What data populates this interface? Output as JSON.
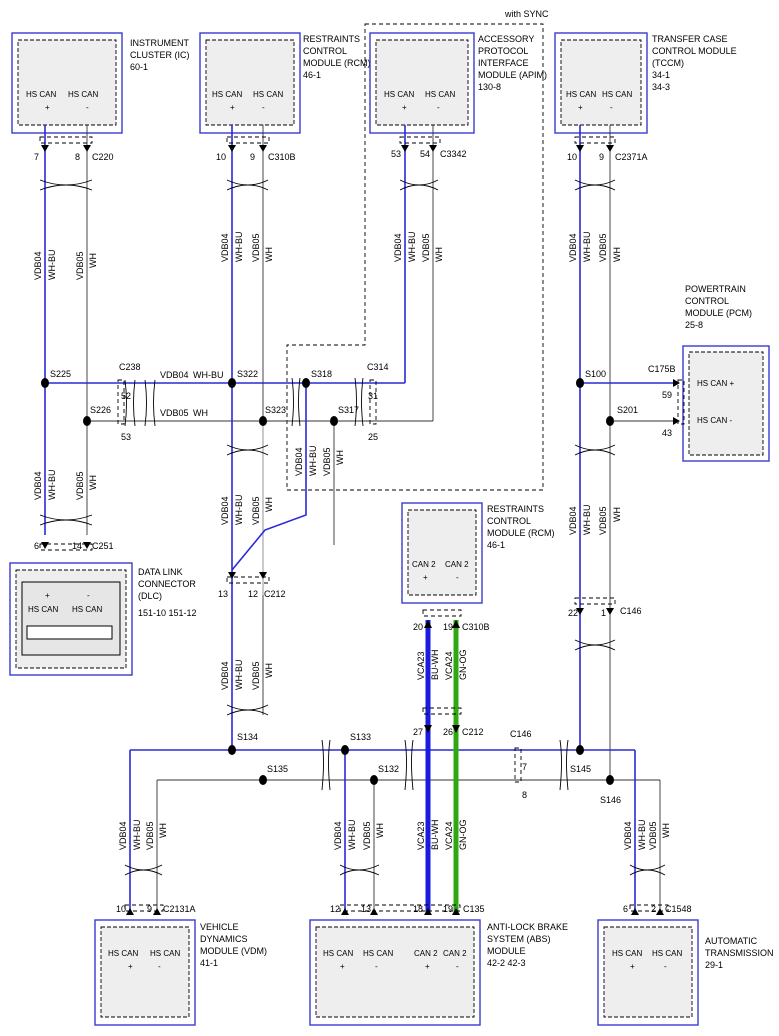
{
  "sync_note": "with SYNC",
  "modules": {
    "ic": {
      "name": [
        "INSTRUMENT",
        "CLUSTER (IC)",
        "60-1"
      ],
      "pin_plus": "HS CAN",
      "pin_plus_sign": "+",
      "pin_minus": "HS CAN",
      "pin_minus_sign": "-"
    },
    "rcm_top": {
      "name": [
        "RESTRAINTS",
        "CONTROL",
        "MODULE (RCM)",
        "46-1"
      ],
      "pin_plus": "HS CAN",
      "pin_plus_sign": "+",
      "pin_minus": "HS CAN",
      "pin_minus_sign": "-"
    },
    "apim": {
      "name": [
        "ACCESSORY",
        "PROTOCOL",
        "INTERFACE",
        "MODULE (APIM)",
        "130-8"
      ],
      "pin_plus": "HS CAN",
      "pin_plus_sign": "+",
      "pin_minus": "HS CAN",
      "pin_minus_sign": "-"
    },
    "tccm": {
      "name": [
        "TRANSFER CASE",
        "CONTROL MODULE",
        "(TCCM)",
        "34-1",
        "34-3"
      ],
      "pin_plus": "HS CAN",
      "pin_plus_sign": "+",
      "pin_minus": "HS CAN",
      "pin_minus_sign": "-"
    },
    "pcm": {
      "name": [
        "POWERTRAIN",
        "CONTROL",
        "MODULE (PCM)",
        "25-8"
      ],
      "pin_plus": "HS CAN +",
      "pin_minus": "HS CAN -"
    },
    "dlc": {
      "name": [
        "DATA LINK",
        "CONNECTOR",
        "(DLC)",
        "151-10   151-12"
      ],
      "pin_plus": "HS CAN",
      "pin_plus_sign": "+",
      "pin_minus": "HS CAN",
      "pin_minus_sign": "-"
    },
    "rcm_mid": {
      "name": [
        "RESTRAINTS",
        "CONTROL",
        "MODULE (RCM)",
        "46-1"
      ],
      "pin_plus": "CAN 2",
      "pin_plus_sign": "+",
      "pin_minus": "CAN 2",
      "pin_minus_sign": "-"
    },
    "vdm": {
      "name": [
        "VEHICLE",
        "DYNAMICS",
        "MODULE (VDM)",
        "41-1"
      ],
      "pin_plus": "HS CAN",
      "pin_plus_sign": "+",
      "pin_minus": "HS CAN",
      "pin_minus_sign": "-"
    },
    "abs": {
      "name": [
        "ANTI-LOCK BRAKE",
        "SYSTEM (ABS)",
        "MODULE",
        "42-2   42-3"
      ],
      "pins": [
        "HS CAN",
        "HS CAN",
        "CAN 2",
        "CAN 2"
      ],
      "signs": [
        "+",
        "-",
        "+",
        "-"
      ]
    },
    "tcm": {
      "name": [
        "AUTOMATIC",
        "TRANSMISSION",
        "29-1"
      ],
      "pin_plus": "HS CAN",
      "pin_plus_sign": "+",
      "pin_minus": "HS CAN",
      "pin_minus_sign": "-"
    }
  },
  "connectors": {
    "c220": "C220",
    "c310b_top": "C310B",
    "c3342": "C3342",
    "c2371a": "C2371A",
    "c238": "C238",
    "c314": "C314",
    "c175b": "C175B",
    "c251": "C251",
    "c212_left": "C212",
    "c310b_mid": "C310B",
    "c212_mid": "C212",
    "c146_right": "C146",
    "c146_bus": "C146",
    "c2131a": "C2131A",
    "c135": "C135",
    "c1548": "C1548"
  },
  "splices": {
    "s225": "S225",
    "s226": "S226",
    "s322": "S322",
    "s323": "S323",
    "s318": "S318",
    "s317": "S317",
    "s100": "S100",
    "s201": "S201",
    "s134": "S134",
    "s135": "S135",
    "s133": "S133",
    "s132": "S132",
    "s145": "S145",
    "s146": "S146"
  },
  "pins": {
    "ic_p": "7",
    "ic_m": "8",
    "rcm_p": "10",
    "rcm_m": "9",
    "apim_p": "53",
    "apim_m": "54",
    "tccm_p": "10",
    "tccm_m": "9",
    "c238_p": "52",
    "c238_m": "53",
    "c314_p": "31",
    "c314_m": "25",
    "pcm_p": "59",
    "pcm_m": "43",
    "dlc_p": "6",
    "dlc_m": "14",
    "c212_p": "13",
    "c212_m": "12",
    "c146_p": "22",
    "c146_m": "1",
    "rcm2_p": "20",
    "rcm2_m": "19",
    "c212b_p": "27",
    "c212b_m": "26",
    "c146b_p": "7",
    "c146b_m": "8",
    "vdm_p": "10",
    "vdm_m": "9",
    "abs1": "12",
    "abs2": "13",
    "abs3": "18",
    "abs4": "19",
    "tcm_p": "6",
    "tcm_m": "2"
  },
  "wires": {
    "vdb04": "VDB04",
    "wh_bu": "WH-BU",
    "vdb05": "VDB05",
    "wh": "WH",
    "vca23": "VCA23",
    "bu_wh": "BU-WH",
    "vca24": "VCA24",
    "gn_og": "GN-OG"
  }
}
